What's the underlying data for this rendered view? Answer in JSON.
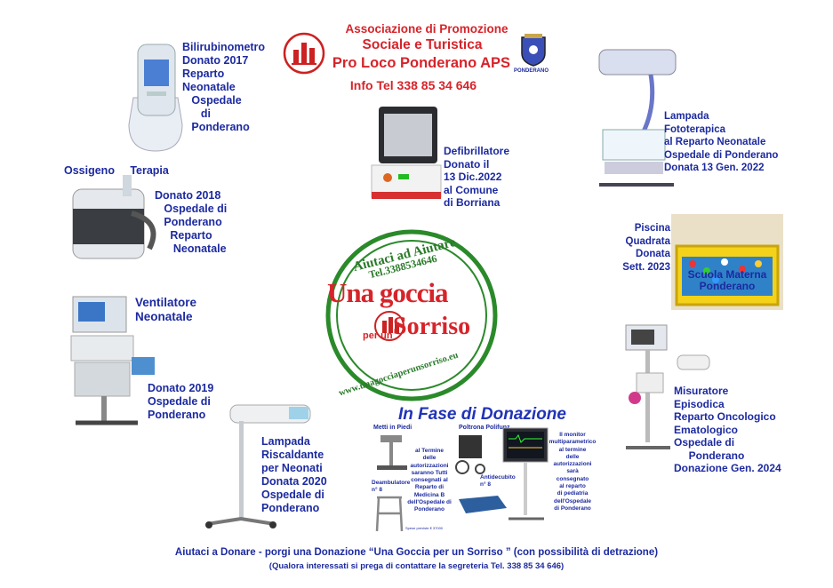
{
  "header": {
    "line1": "Associazione di Promozione",
    "line2": "Sociale e Turistica",
    "line3": "Pro Loco Ponderano APS",
    "line4": "Info Tel 338 85 34 646",
    "crest_caption": "PONDERANO"
  },
  "items": {
    "bilirubinometro": "Bilirubinometro\nDonato 2017\nReparto\nNeonatale\n   Ospedale\n      di\n   Ponderano",
    "ossigeno_title": "Ossigeno     Terapia",
    "ossigeno": "Donato 2018\n   Ospedale di\n   Ponderano\n     Reparto\n      Neonatale",
    "ventilatore_title": "Ventilatore\nNeonatale",
    "ventilatore": "Donato 2019\nOspedale di\nPonderano",
    "lampada_risc": "Lampada\nRiscaldante\nper Neonati\nDonata 2020\nOspedale di\nPonderano",
    "defibrillatore": "Defibrillatore\nDonato il\n13 Dic.2022\nal Comune\ndi Borriana",
    "fototerapica": "Lampada\nFototerapica\nal Reparto Neonatale\nOspedale di Ponderano\nDonata 13 Gen. 2022",
    "piscina": "Piscina\nQuadrata\nDonata\nSett. 2023",
    "piscina_caption": "Scuola Materna\nPonderano",
    "misuratore": "Misuratore\nEpisodica\nReparto Oncologico\nEmatologico\nOspedale di\n     Ponderano\nDonazione Gen. 2024"
  },
  "logo": {
    "arc_text": "Aiutaci ad Aiutare",
    "phone": "Tel.3388534646",
    "main1": "Una goccia",
    "main2_small": "per un",
    "main2": "Sorriso",
    "url": "www.unagocciaperunsorriso.eu"
  },
  "donazione": {
    "title": "In Fase di Donazione",
    "metti": "Metti in Piedi",
    "poltrona": "Poltrona Polifunz.",
    "deambulatore": "Deambulatore\nn° 8",
    "antidecubito": "Antidecubito\nn° 8",
    "note_left": "al Termine\ndelle\nautorizzazioni\nsaranno Tutti\nconsegnati al\nReparto di\nMedicina B\ndell'Ospedale di\nPonderano",
    "note_left_small": "Spese previste € 37000",
    "note_right": "Il monitor\nmultiparametrico\nal termine\ndelle\nautorizzazioni\nsarà\nconsegnato\nal reparto\ndi pediatria\ndell'Ospedale\ndi Ponderano"
  },
  "footer": {
    "line1": "Aiutaci a Donare - porgi una Donazione “Una Goccia per un Sorriso ”  (con possibilità di detrazione)",
    "line2": "(Qualora  interessati  si prega di contattare la segreteria  Tel. 338 85 34 646)"
  },
  "colors": {
    "blue": "#1c2aa0",
    "red": "#d6242a",
    "green": "#2a7a2a"
  }
}
